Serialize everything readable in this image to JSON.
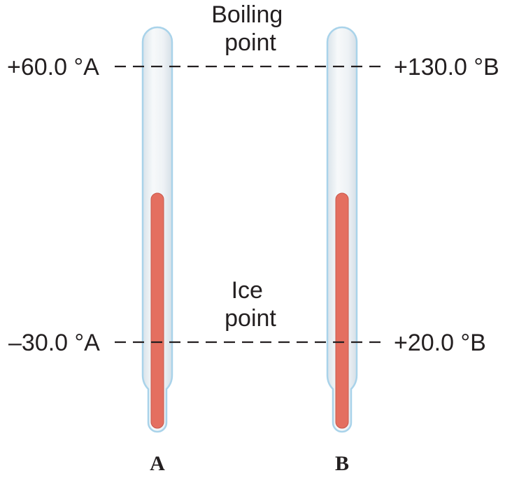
{
  "fixed_points": {
    "boiling": {
      "label_line1": "Boiling",
      "label_line2": "point",
      "reading_a": "+60.0 °A",
      "reading_b": "+130.0 °B"
    },
    "ice": {
      "label_line1": "Ice",
      "label_line2": "point",
      "reading_a": "–30.0 °A",
      "reading_b": "+20.0 °B"
    }
  },
  "thermometers": [
    {
      "name": "A"
    },
    {
      "name": "B"
    }
  ],
  "colors": {
    "glass_fill": "#f3f6f8",
    "glass_outline": "#a9d3ea",
    "liquid": "#e46f60",
    "liquid_outline": "#c9584b",
    "text": "#231f20"
  }
}
